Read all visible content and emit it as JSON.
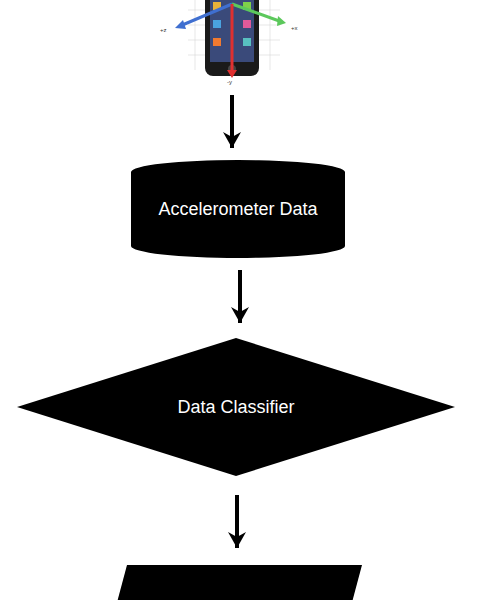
{
  "diagram": {
    "nodes": [
      {
        "text": [
          "Accelerometer Data"
        ]
      },
      {
        "text": [
          "Data Classifier"
        ]
      }
    ],
    "edges": [
      {
        "from": 0,
        "to": 1,
        "arrow": "to"
      }
    ],
    "labels": [
      "+z",
      "+x",
      "-y"
    ]
  }
}
